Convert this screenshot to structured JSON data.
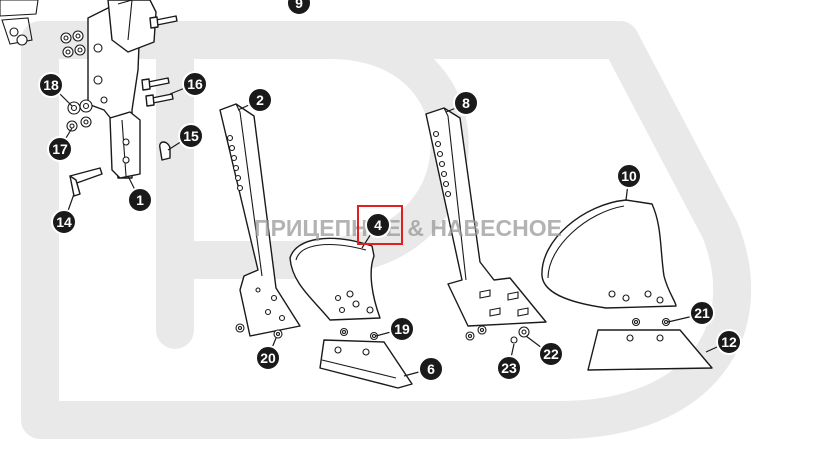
{
  "watermark": {
    "text": "ПРИЦЕПНОЕ & НАВЕСНОЕ"
  },
  "callouts": {
    "c1": "1",
    "c2": "2",
    "c4": "4",
    "c6": "6",
    "c8": "8",
    "c9": "9",
    "c10": "10",
    "c12": "12",
    "c14": "14",
    "c15": "15",
    "c16": "16",
    "c17": "17",
    "c18": "18",
    "c19": "19",
    "c20": "20",
    "c21": "21",
    "c22": "22",
    "c23": "23"
  },
  "highlight": {
    "target": "4",
    "color": "#e02020"
  }
}
